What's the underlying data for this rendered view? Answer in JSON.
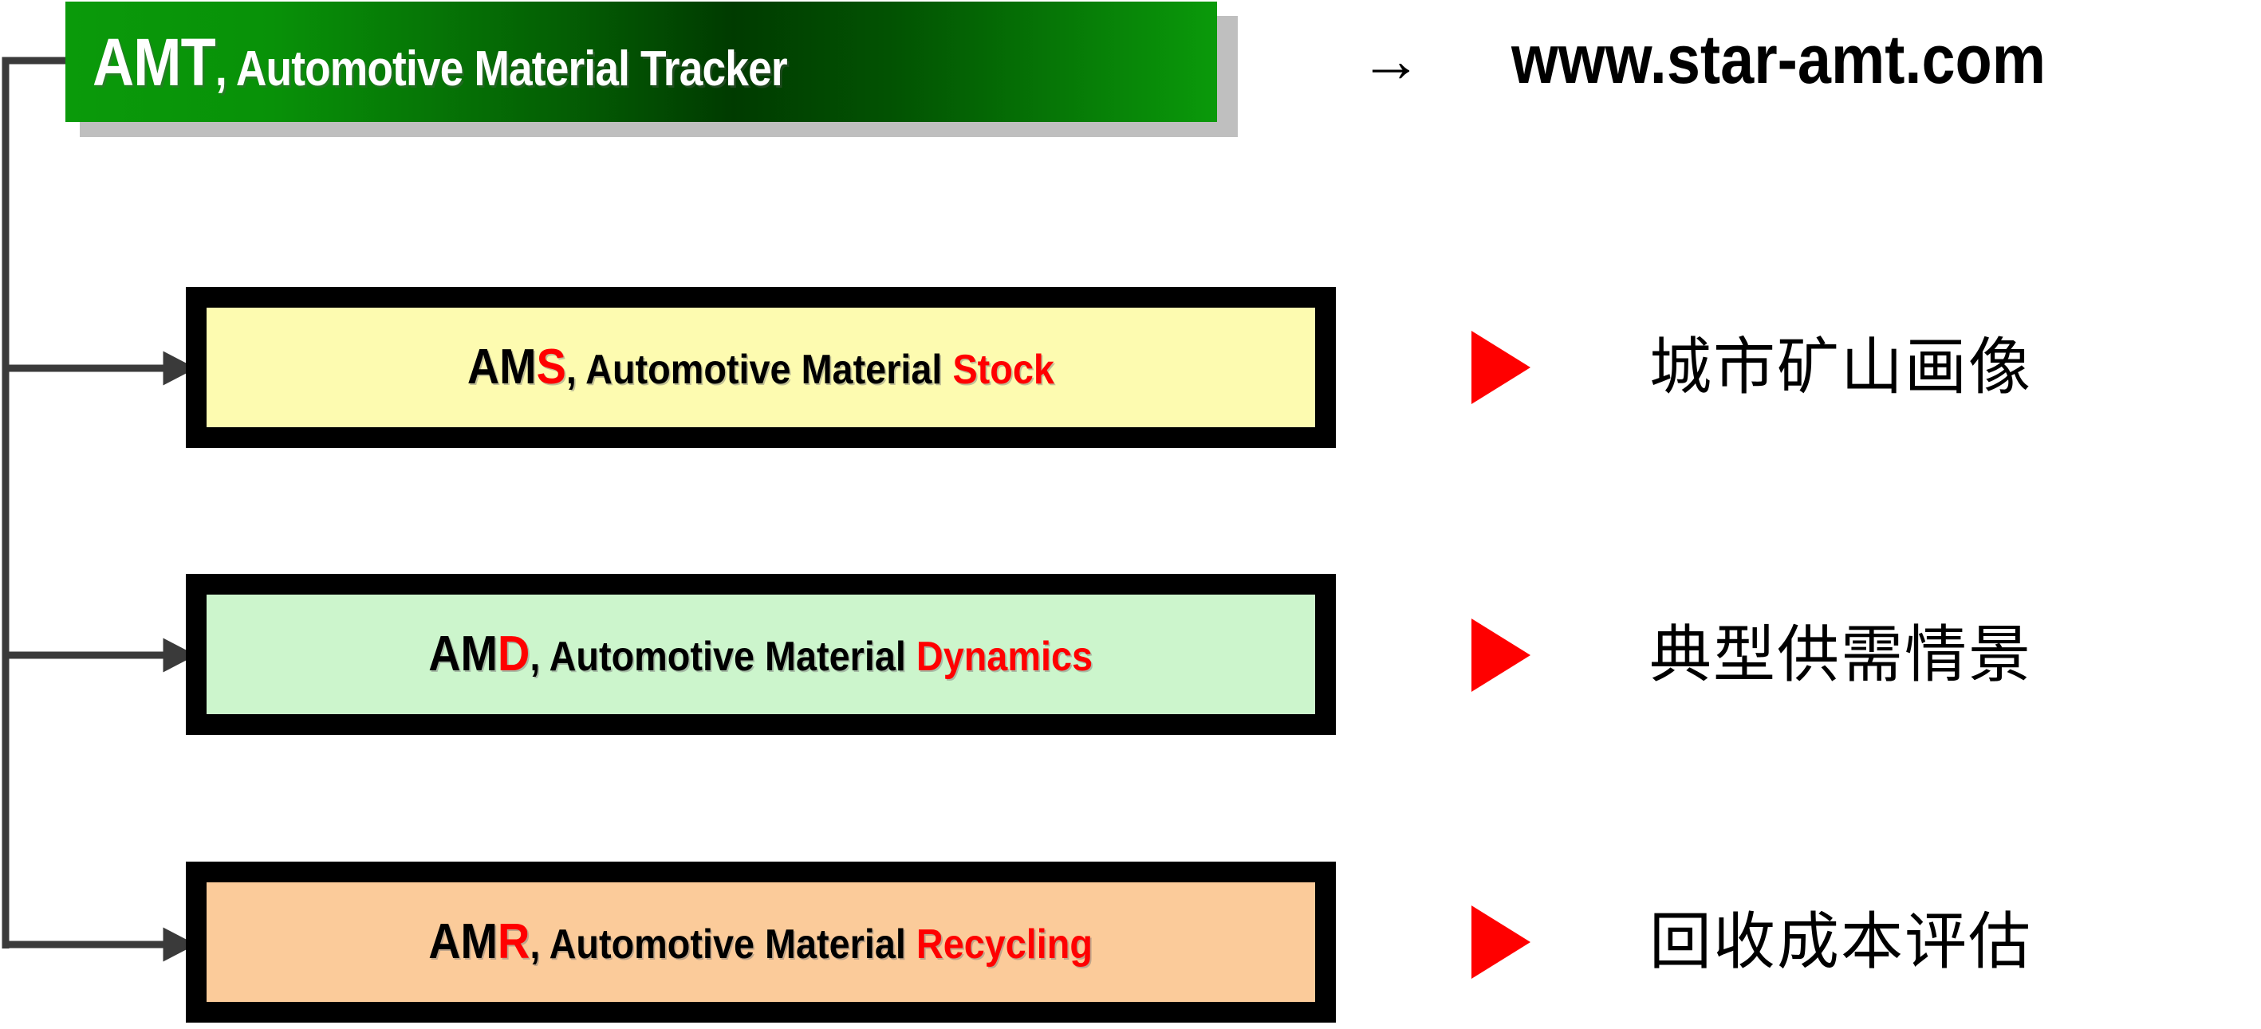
{
  "header": {
    "acronym": "AMT",
    "separator": ",",
    "expansion": " Automotive Material Tracker",
    "full_text": "AMT, Automotive Material Tracker",
    "bg_gradient_light": "#0a9a0a",
    "bg_gradient_dark": "#003b00",
    "text_color": "#ffffff",
    "shadow_color": "#bfbfbf"
  },
  "link": {
    "arrow_icon": "right-arrow-icon",
    "arrow_glyph": "→",
    "url": "www.star-amt.com"
  },
  "items": [
    {
      "id": "ams",
      "acronym_prefix": "AM",
      "acronym_highlight": "S",
      "separator": ",",
      "expansion_black": " Automotive Material ",
      "expansion_highlight": "Stock",
      "full_label": "AMS, Automotive Material Stock",
      "fill_color": "#fdfbb0",
      "border_color": "#000000",
      "highlight_color": "#ff0000",
      "marker_icon": "red-triangle-icon",
      "marker_color": "#ff0000",
      "caption_cn": "城市矿山画像"
    },
    {
      "id": "amd",
      "acronym_prefix": "AM",
      "acronym_highlight": "D",
      "separator": ",",
      "expansion_black": " Automotive Material ",
      "expansion_highlight": "Dynamics",
      "full_label": "AMD, Automotive Material Dynamics",
      "fill_color": "#ccf5cc",
      "border_color": "#000000",
      "highlight_color": "#ff0000",
      "marker_icon": "red-triangle-icon",
      "marker_color": "#ff0000",
      "caption_cn": "典型供需情景"
    },
    {
      "id": "amr",
      "acronym_prefix": "AM",
      "acronym_highlight": "R",
      "separator": ",",
      "expansion_black": " Automotive Material ",
      "expansion_highlight": "Recycling",
      "full_label": "AMR, Automotive Material Recycling",
      "fill_color": "#fbcb9a",
      "border_color": "#000000",
      "highlight_color": "#ff0000",
      "marker_icon": "red-triangle-icon",
      "marker_color": "#ff0000",
      "caption_cn": "回收成本评估"
    }
  ],
  "connector": {
    "color": "#3a3a3a",
    "style": "orthogonal-tree-with-arrowheads"
  }
}
